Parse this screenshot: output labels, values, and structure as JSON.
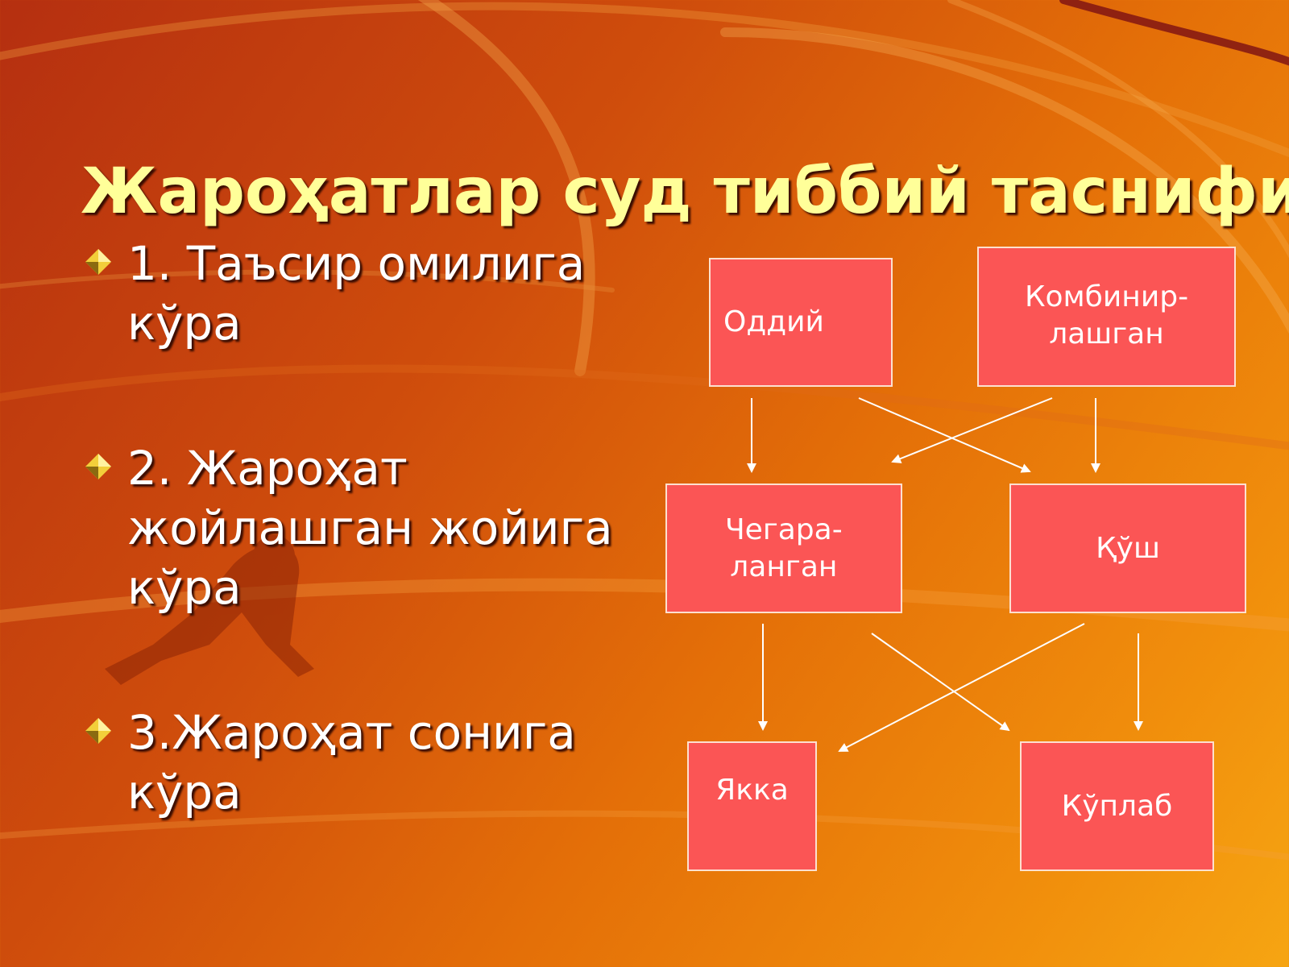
{
  "slide": {
    "title": "Жароҳатлар суд тиббий таснифи"
  },
  "bullets": [
    {
      "text": "1. Таъсир  омилига кўра"
    },
    {
      "text": "2. Жароҳат жойлашган жойига кўра"
    },
    {
      "text": "3.Жароҳат сонига кўра"
    }
  ],
  "diagram": {
    "nodes": {
      "oddiy": "Оддий",
      "kombinir": "Комбинир-\nлашган",
      "chegara": "Чегара-\nланган",
      "qush": "Қўш",
      "yakka": "Якка",
      "kuplab": "Кўплаб"
    }
  },
  "colors": {
    "title": "#ffff99",
    "box_fill": "#fb5555",
    "box_border": "#fde0cf",
    "arrow": "#ffffff"
  },
  "icons": {
    "bullet": "gold-diamond-bullet-icon"
  }
}
